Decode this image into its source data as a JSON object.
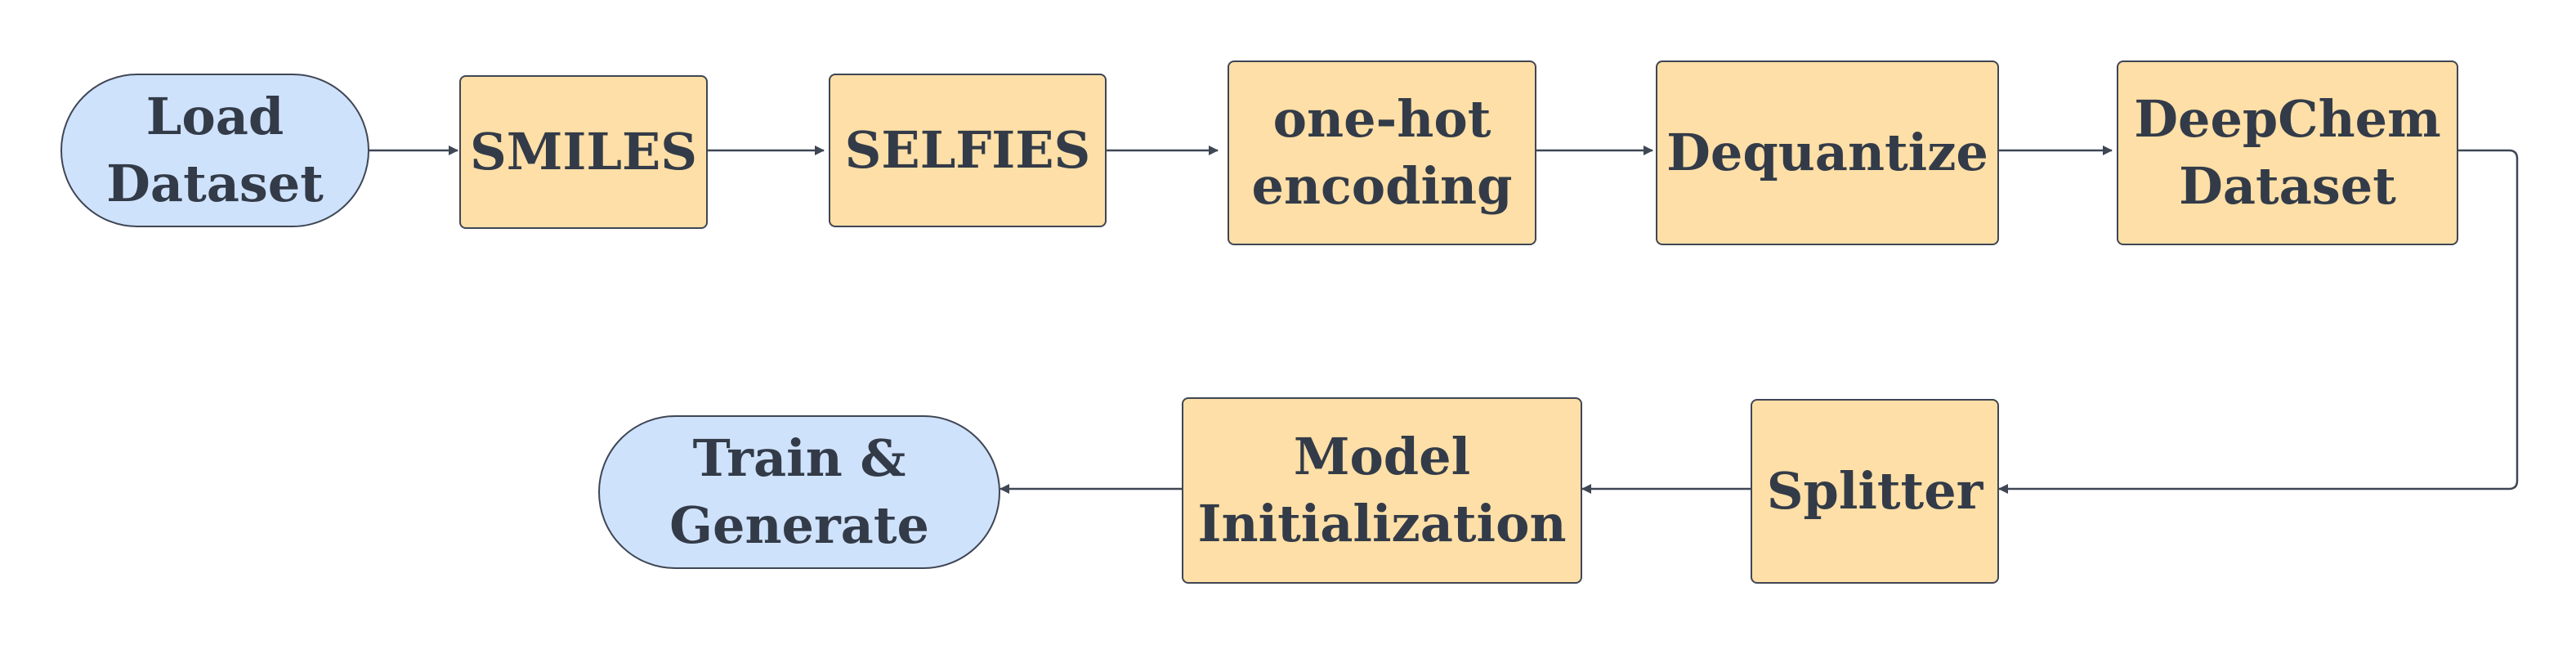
{
  "diagram": {
    "colors": {
      "process_fill": "#fddfa7",
      "terminal_fill": "#cfe2fc",
      "stroke": "#3f4654",
      "text": "#333b48"
    },
    "nodes": {
      "load_dataset": "Load\nDataset",
      "smiles": "SMILES",
      "selfies": "SELFIES",
      "one_hot": "one-hot\nencoding",
      "dequantize": "Dequantize",
      "deepchem": "DeepChem\nDataset",
      "splitter": "Splitter",
      "model_init": "Model\nInitialization",
      "train_generate": "Train &\nGenerate"
    },
    "edges": [
      [
        "load_dataset",
        "smiles"
      ],
      [
        "smiles",
        "selfies"
      ],
      [
        "selfies",
        "one_hot"
      ],
      [
        "one_hot",
        "dequantize"
      ],
      [
        "dequantize",
        "deepchem"
      ],
      [
        "deepchem",
        "splitter"
      ],
      [
        "splitter",
        "model_init"
      ],
      [
        "model_init",
        "train_generate"
      ]
    ]
  }
}
